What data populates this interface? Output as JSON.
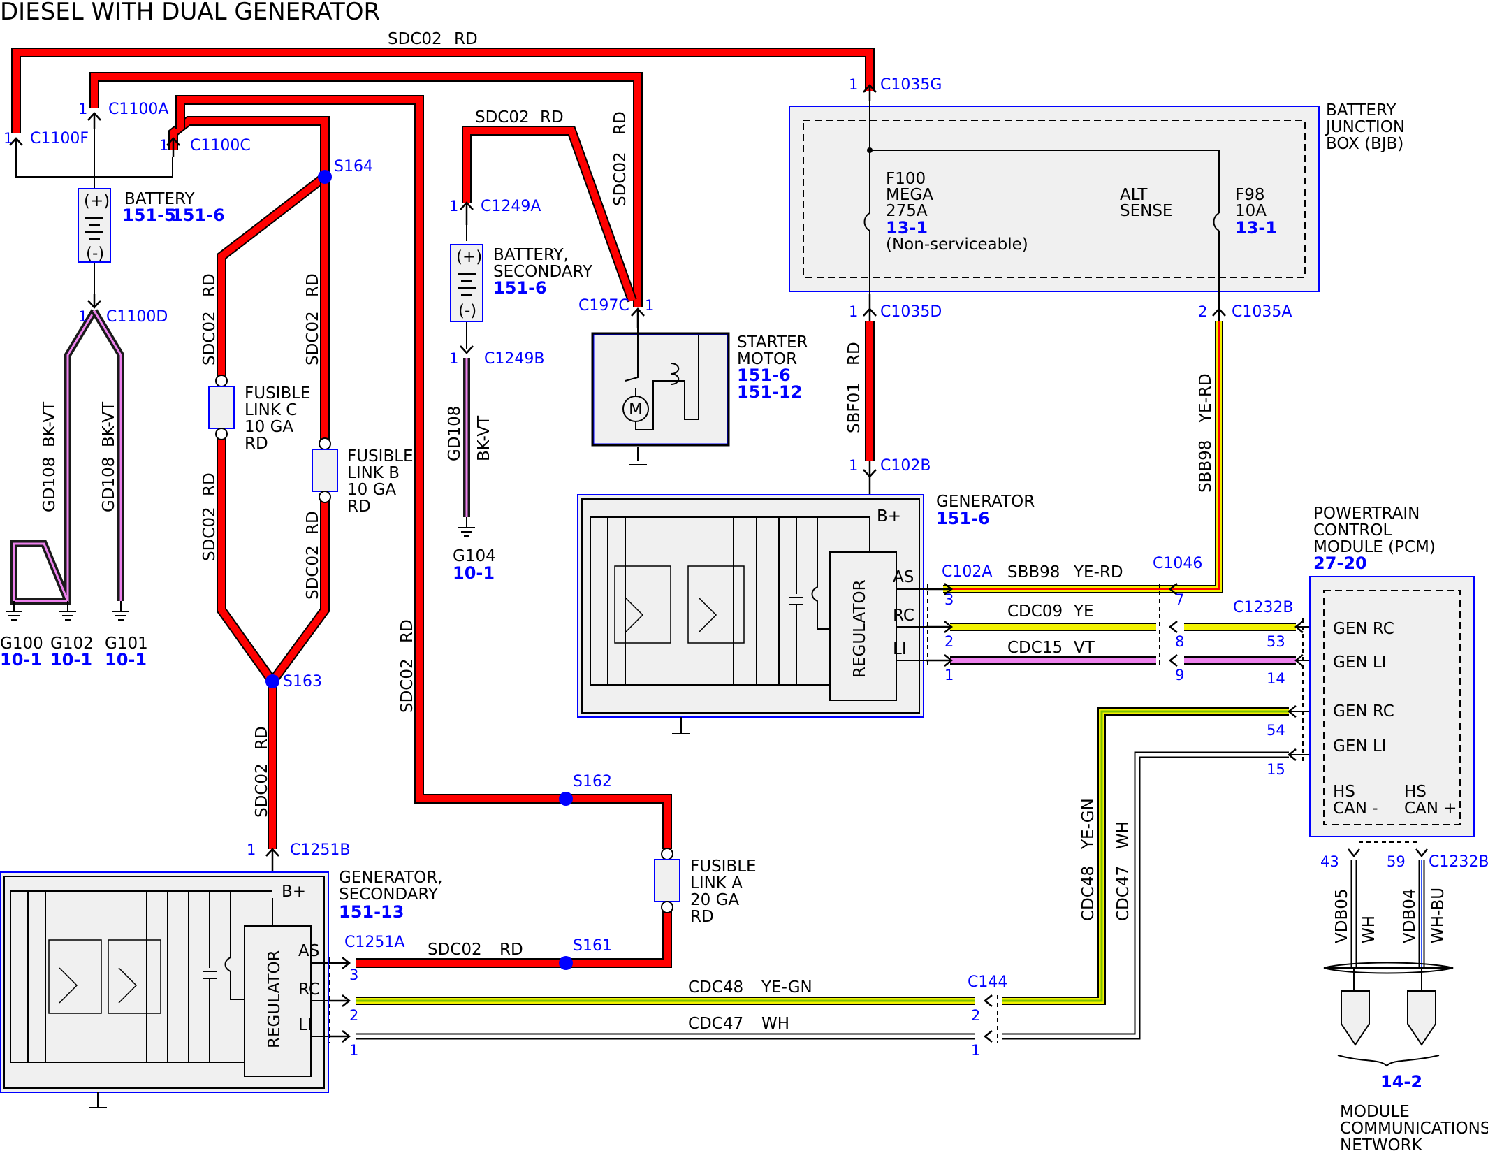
{
  "title": "DIESEL WITH DUAL GENERATOR",
  "colors": {
    "red_wire": "#ff0000",
    "yellow_wire": "#f2f200",
    "violet_wire": "#ee82ee",
    "black_wire": "#1a1a1a",
    "green_wire": "#7cc000",
    "white_wire": "#ffffff",
    "outline": "#000000",
    "accent_blue": "#0000ff",
    "box_fill": "#f0f0f0"
  },
  "components": {
    "battery": {
      "name": "BATTERY",
      "ref1": "151-5",
      "ref2": "151-6",
      "plus": "(+)",
      "minus": "(-)"
    },
    "battery_secondary": {
      "name1": "BATTERY,",
      "name2": "SECONDARY",
      "ref": "151-6",
      "plus": "(+)",
      "minus": "(-)"
    },
    "starter": {
      "name1": "STARTER",
      "name2": "MOTOR",
      "ref1": "151-6",
      "ref2": "151-12",
      "motor": "M"
    },
    "bjb": {
      "name1": "BATTERY",
      "name2": "JUNCTION",
      "name3": "BOX (BJB)",
      "f100": {
        "l1": "F100",
        "l2": "MEGA",
        "l3": "275A",
        "ref": "13-1",
        "l4": "(Non-serviceable)"
      },
      "alt_sense": {
        "l1": "ALT",
        "l2": "SENSE"
      },
      "f98": {
        "l1": "F98",
        "l2": "10A",
        "ref": "13-1"
      }
    },
    "generator": {
      "name": "GENERATOR",
      "ref": "151-6",
      "bplus": "B+",
      "as": "AS",
      "rc": "RC",
      "li": "LI",
      "regulator": "REGULATOR"
    },
    "generator_secondary": {
      "name1": "GENERATOR,",
      "name2": "SECONDARY",
      "ref": "151-13",
      "bplus": "B+",
      "as": "AS",
      "rc": "RC",
      "li": "LI",
      "regulator": "REGULATOR"
    },
    "pcm": {
      "name1": "POWERTRAIN",
      "name2": "CONTROL",
      "name3": "MODULE (PCM)",
      "ref": "27-20",
      "gen_rc": "GEN RC",
      "gen_li": "GEN LI",
      "hs": "HS",
      "can_minus": "CAN -",
      "can_plus": "CAN +"
    },
    "fusible_c": {
      "l1": "FUSIBLE",
      "l2": "LINK C",
      "l3": "10 GA",
      "l4": "RD"
    },
    "fusible_b": {
      "l1": "FUSIBLE",
      "l2": "LINK B",
      "l3": "10 GA",
      "l4": "RD"
    },
    "fusible_a": {
      "l1": "FUSIBLE",
      "l2": "LINK A",
      "l3": "20 GA",
      "l4": "RD"
    },
    "network": {
      "ref": "14-2",
      "l1": "MODULE",
      "l2": "COMMUNICATIONS",
      "l3": "NETWORK"
    }
  },
  "connectors": {
    "C1100F": "C1100F",
    "C1100A": "C1100A",
    "C1100C": "C1100C",
    "C1100D": "C1100D",
    "C1035G": "C1035G",
    "C1035D": "C1035D",
    "C1035A": "C1035A",
    "C1249A": "C1249A",
    "C1249B": "C1249B",
    "C197C": "C197C",
    "C102B": "C102B",
    "C102A": "C102A",
    "C1046": "C1046",
    "C1232B": "C1232B",
    "C1251B": "C1251B",
    "C1251A": "C1251A",
    "C144": "C144",
    "S164": "S164",
    "S163": "S163",
    "S162": "S162",
    "S161": "S161"
  },
  "wires": {
    "sdc02": "SDC02",
    "rd": "RD",
    "sbf01": "SBF01",
    "sbb98": "SBB98",
    "ye_rd": "YE-RD",
    "cdc09": "CDC09",
    "ye": "YE",
    "cdc15": "CDC15",
    "vt": "VT",
    "cdc48": "CDC48",
    "ye_gn": "YE-GN",
    "cdc47": "CDC47",
    "wh": "WH",
    "gd108": "GD108",
    "bk_vt": "BK-VT",
    "vdb05": "VDB05",
    "vdb04": "VDB04",
    "wh_bu": "WH-BU"
  },
  "grounds": {
    "g100": "G100",
    "g102": "G102",
    "g101": "G101",
    "g104": "G104",
    "ref": "10-1"
  },
  "pins": {
    "p1": "1",
    "p2": "2",
    "p3": "3",
    "p7": "7",
    "p8": "8",
    "p9": "9",
    "p53": "53",
    "p14": "14",
    "p54": "54",
    "p15": "15",
    "p43": "43",
    "p59": "59"
  }
}
